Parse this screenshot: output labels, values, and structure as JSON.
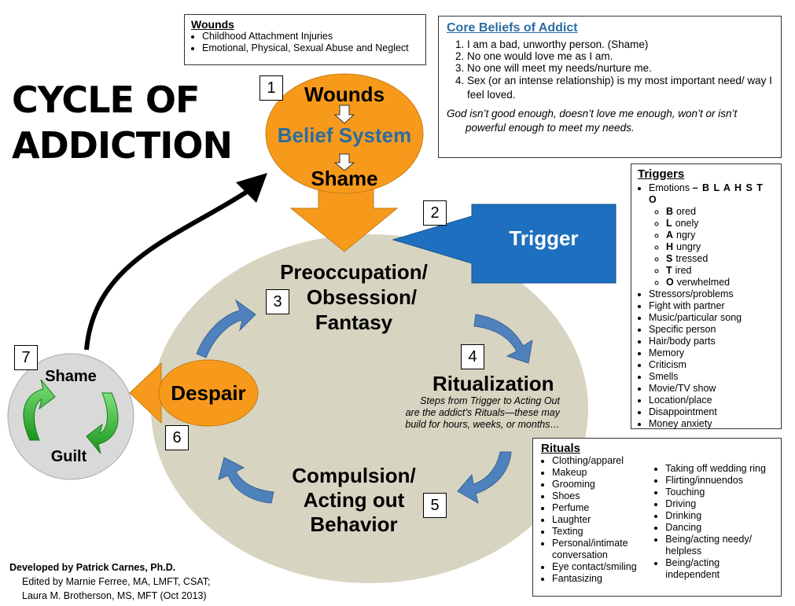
{
  "title": {
    "line1": "CYCLE OF",
    "line2": "ADDICTION"
  },
  "wounds_box": {
    "heading": "Wounds",
    "items": [
      "Childhood Attachment Injuries",
      "Emotional, Physical, Sexual Abuse and Neglect"
    ]
  },
  "core_beliefs": {
    "heading": "Core Beliefs of Addict",
    "items": [
      "I am a bad, unworthy person. (Shame)",
      "No one would love me as I am.",
      "No one will meet my needs/nurture me.",
      "Sex (or an intense relationship) is my most important need/ way I feel loved."
    ],
    "note": "God isn’t good enough, doesn’t love me enough, won’t or isn’t powerful enough to meet my needs."
  },
  "stages": {
    "s1": {
      "num": "1",
      "wounds": "Wounds",
      "belief": "Belief System",
      "shame": "Shame"
    },
    "s2": {
      "num": "2",
      "label": "Trigger"
    },
    "s3": {
      "num": "3",
      "line1": "Preoccupation/",
      "line2": "Obsession/",
      "line3": "Fantasy"
    },
    "s4": {
      "num": "4",
      "label": "Ritualization",
      "desc1": "Steps from Trigger to Acting Out",
      "desc2": "are the addict’s Rituals—these may",
      "desc3": "build for hours, weeks, or months…"
    },
    "s5": {
      "num": "5",
      "line1": "Compulsion/",
      "line2": "Acting out",
      "line3": "Behavior"
    },
    "s6": {
      "num": "6",
      "label": "Despair"
    },
    "s7": {
      "num": "7",
      "shame": "Shame",
      "guilt": "Guilt"
    }
  },
  "triggers": {
    "heading": "Triggers",
    "emotions_label": "Emotions",
    "emotions_code": "– B L A H S T O",
    "emotions": [
      [
        "B",
        "ored"
      ],
      [
        "L",
        "onely"
      ],
      [
        "A",
        "ngry"
      ],
      [
        "H",
        "ungry"
      ],
      [
        "S",
        "tressed"
      ],
      [
        "T",
        "ired"
      ],
      [
        "O",
        "verwhelmed"
      ]
    ],
    "items": [
      "Stressors/problems",
      "Fight with partner",
      "Music/particular song",
      "Specific person",
      "Hair/body parts",
      "Memory",
      "Criticism",
      "Smells",
      "Movie/TV show",
      "Location/place",
      "Disappointment",
      "Money anxiety"
    ]
  },
  "rituals": {
    "heading": "Rituals",
    "col1": [
      "Clothing/apparel",
      "Makeup",
      "Grooming",
      "Shoes",
      "Perfume",
      "Laughter",
      "Texting",
      "Personal/intimate conversation",
      "Eye contact/smiling",
      "Fantasizing"
    ],
    "col2": [
      "Taking off wedding ring",
      "Flirting/innuendos",
      "Touching",
      "Driving",
      "Drinking",
      "Dancing",
      "Being/acting needy/ helpless",
      "Being/acting independent"
    ]
  },
  "credits": {
    "line1": "Developed by Patrick Carnes, Ph.D.",
    "line2": "Edited by Marnie Ferree, MA, LMFT, CSAT;",
    "line3": "Laura M. Brotherson, MS, MFT (Oct 2013)"
  },
  "colors": {
    "orange": "#f79a1c",
    "blue": "#1e6fbf",
    "gray_ellipse": "#d7d4c1",
    "arrow_blue": "#4f81bd",
    "green": "#2eaa2e",
    "belief_text": "#2b6ca3"
  }
}
